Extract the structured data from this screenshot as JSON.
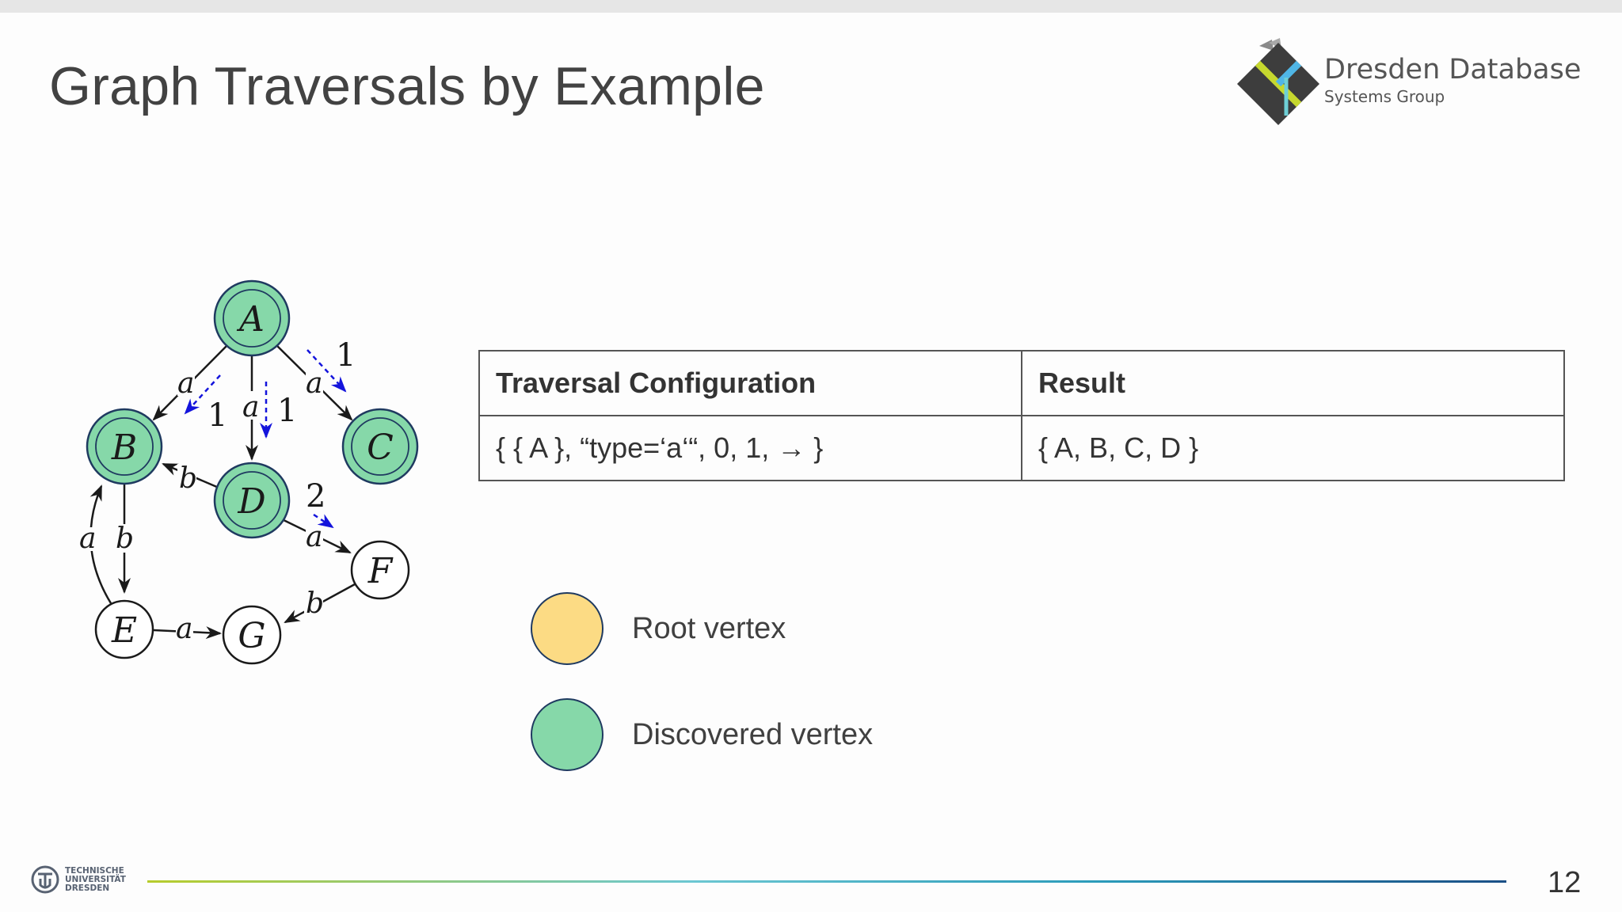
{
  "slide": {
    "title": "Graph Traversals by Example",
    "page_number": "12"
  },
  "logo": {
    "name": "Dresden Database",
    "subtitle": "Systems Group"
  },
  "footer": {
    "university_lines": [
      "TECHNISCHE",
      "UNIVERSITÄT",
      "DRESDEN"
    ]
  },
  "graph": {
    "vertices": [
      {
        "label": "A",
        "state": "discovered"
      },
      {
        "label": "B",
        "state": "discovered"
      },
      {
        "label": "C",
        "state": "discovered"
      },
      {
        "label": "D",
        "state": "discovered"
      },
      {
        "label": "E",
        "state": "undiscovered"
      },
      {
        "label": "F",
        "state": "undiscovered"
      },
      {
        "label": "G",
        "state": "undiscovered"
      }
    ],
    "edges": [
      {
        "from": "A",
        "to": "B",
        "label": "a"
      },
      {
        "from": "A",
        "to": "D",
        "label": "a"
      },
      {
        "from": "A",
        "to": "C",
        "label": "a"
      },
      {
        "from": "D",
        "to": "B",
        "label": "b"
      },
      {
        "from": "B",
        "to": "E",
        "label": "b"
      },
      {
        "from": "E",
        "to": "B",
        "label": "a"
      },
      {
        "from": "D",
        "to": "F",
        "label": "a"
      },
      {
        "from": "F",
        "to": "G",
        "label": "b"
      },
      {
        "from": "E",
        "to": "G",
        "label": "a"
      }
    ],
    "traversal_steps": [
      {
        "to": "B",
        "depth": "1"
      },
      {
        "to": "D",
        "depth": "1"
      },
      {
        "to": "C",
        "depth": "1"
      },
      {
        "to": "F",
        "depth": "2"
      }
    ]
  },
  "table": {
    "headers": [
      "Traversal Configuration",
      "Result"
    ],
    "rows": [
      [
        "{ { A }, “type=‘a‘“, 0, 1, → }",
        "{ A, B, C, D }"
      ]
    ]
  },
  "legend": {
    "items": [
      {
        "label": "Root vertex",
        "color": "#fcdb84"
      },
      {
        "label": "Discovered vertex",
        "color": "#86d8a9"
      }
    ]
  },
  "colors": {
    "discovered_fill": "#86d8a9",
    "discovered_stroke": "#1f3a60",
    "traversal_arrow": "#1414dc",
    "title_text": "#424242"
  }
}
